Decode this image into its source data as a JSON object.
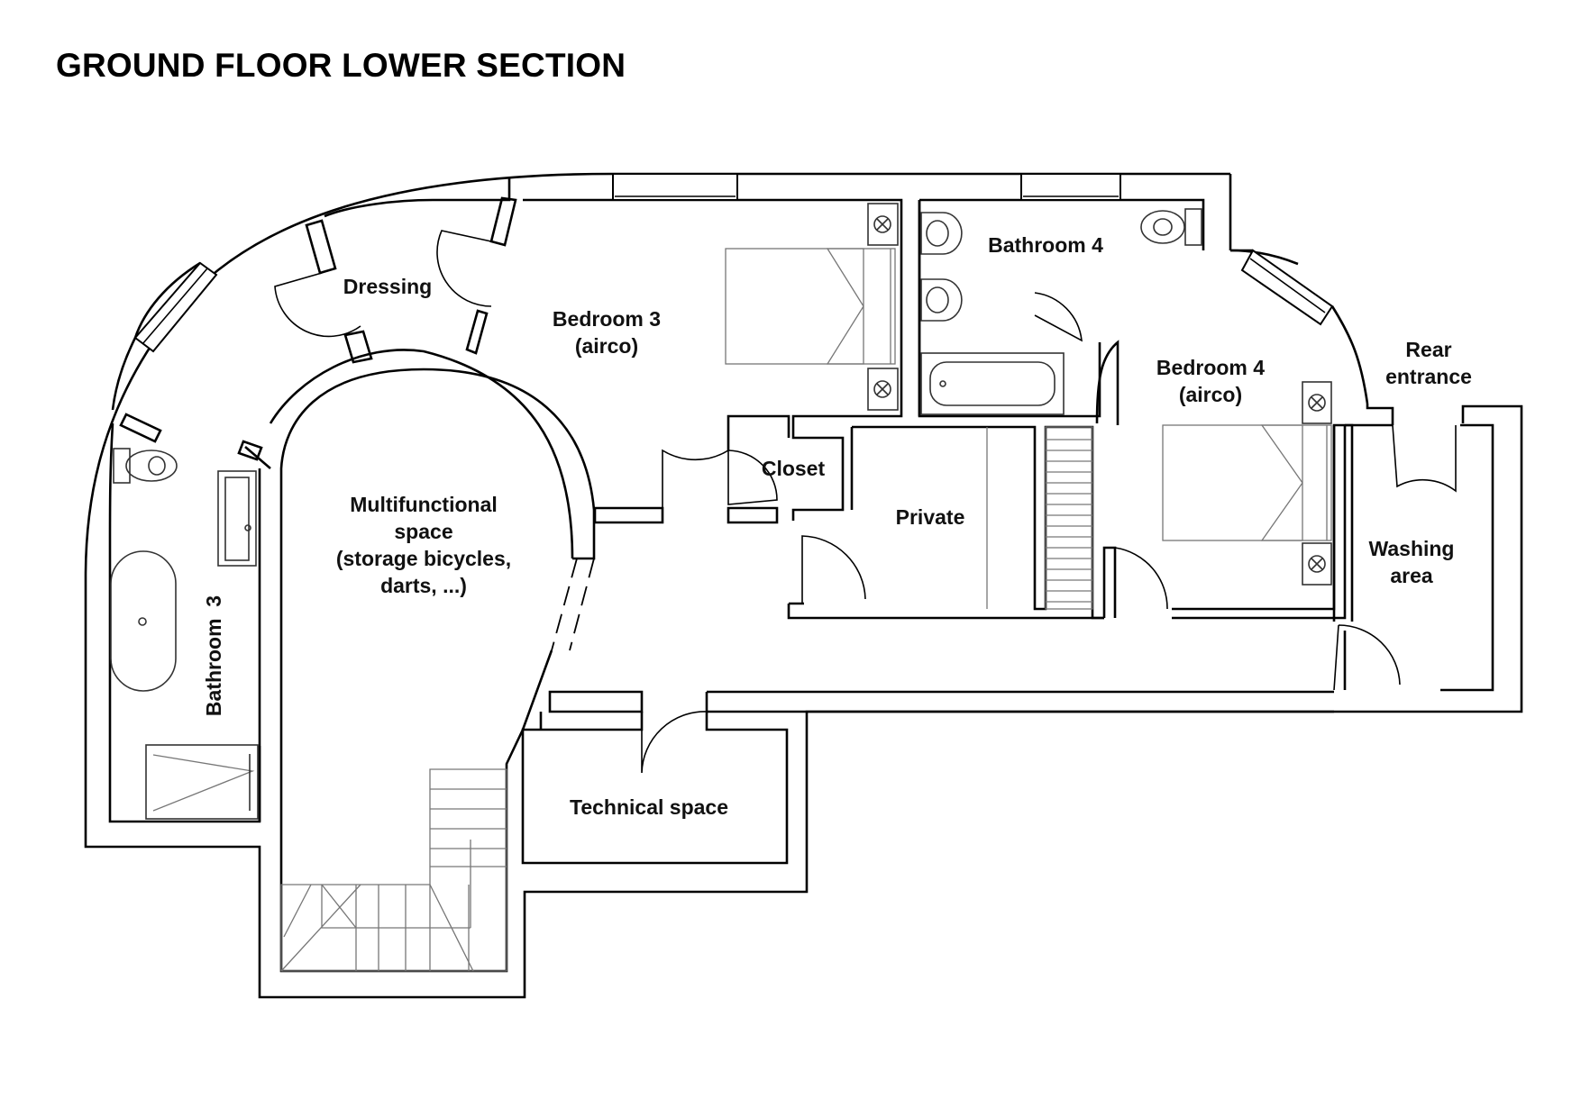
{
  "title": "GROUND FLOOR LOWER SECTION",
  "rooms": {
    "dressing": "Dressing",
    "bedroom3_line1": "Bedroom 3",
    "bedroom3_line2": "(airco)",
    "bathroom4": "Bathroom 4",
    "bedroom4_line1": "Bedroom 4",
    "bedroom4_line2": "(airco)",
    "rear_line1": "Rear",
    "rear_line2": "entrance",
    "closet": "Closet",
    "private": "Private",
    "washing_line1": "Washing",
    "washing_line2": "area",
    "multi_line1": "Multifunctional",
    "multi_line2": "space",
    "multi_line3": "(storage bicycles,",
    "multi_line4": "darts, ...)",
    "bathroom3": "Bathroom  3",
    "technical": "Technical space"
  }
}
